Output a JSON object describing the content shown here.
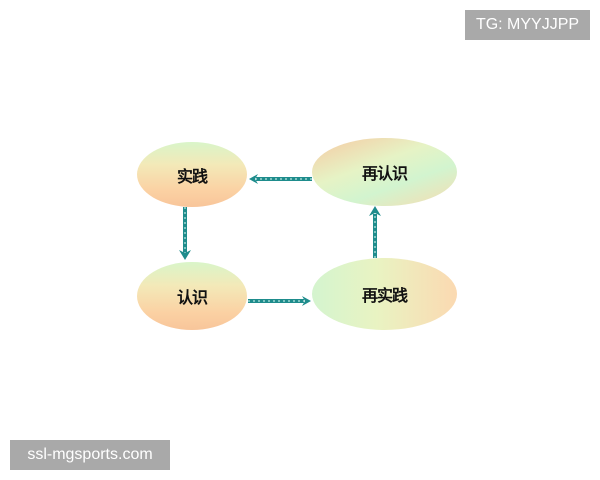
{
  "watermarks": {
    "top_right": "TG: MYYJJPP",
    "bottom_left": "ssl-mgsports.com"
  },
  "diagram": {
    "nodes": [
      {
        "id": "practice",
        "label": "实践"
      },
      {
        "id": "re-cognition",
        "label": "再认识"
      },
      {
        "id": "cognition",
        "label": "认识"
      },
      {
        "id": "re-practice",
        "label": "再实践"
      }
    ],
    "edges": [
      {
        "from": "实践",
        "to": "认识",
        "direction": "down"
      },
      {
        "from": "认识",
        "to": "再实践",
        "direction": "right"
      },
      {
        "from": "再实践",
        "to": "再认识",
        "direction": "up"
      },
      {
        "from": "再认识",
        "to": "实践",
        "direction": "left"
      }
    ],
    "colors": {
      "arrow": "#1e8c8c",
      "node_green": "#d4f4cf",
      "node_orange": "#f8c59a"
    }
  }
}
